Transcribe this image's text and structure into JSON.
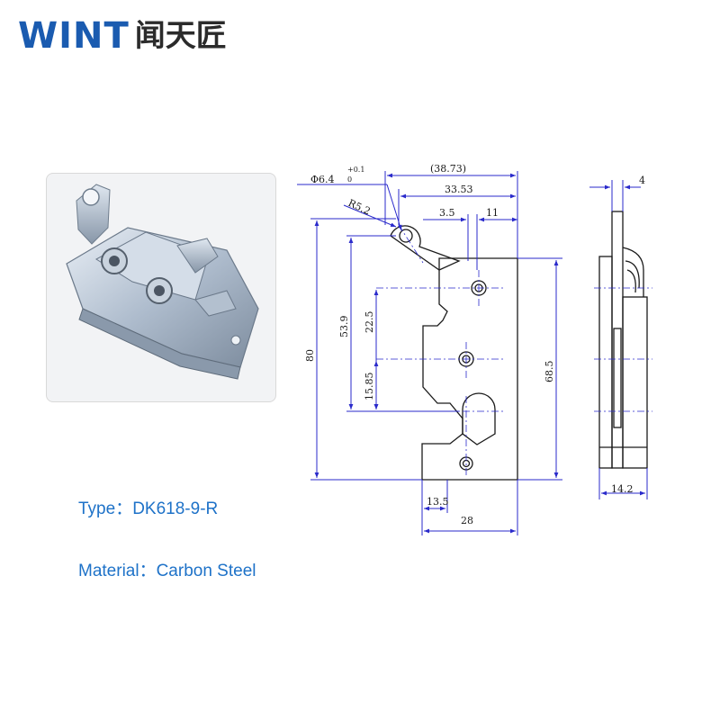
{
  "brand": {
    "latin": "WINT",
    "cjk": "闻天匠"
  },
  "specs": {
    "type_label": "Type：",
    "type_value": "DK618-9-R",
    "material_label": "Material：",
    "material_value": "Carbon Steel"
  },
  "dimensions": {
    "hole_dia": "Φ6.4",
    "tol_upper": "+0.1",
    "tol_lower": "0",
    "overall_width": "(38.73)",
    "width_a": "33.53",
    "radius": "R5.2",
    "offset_a": "3.5",
    "offset_b": "11",
    "height_total": "80",
    "height_b": "53.9",
    "height_c": "22.5",
    "height_d": "15.85",
    "height_body": "68.5",
    "bottom_a": "13.5",
    "bottom_width": "28",
    "side_thickness": "4",
    "side_depth": "14.2"
  },
  "colors": {
    "brand": "#1a5bb0",
    "spec_text": "#1e72c8",
    "dim_line": "#2a2acb"
  }
}
